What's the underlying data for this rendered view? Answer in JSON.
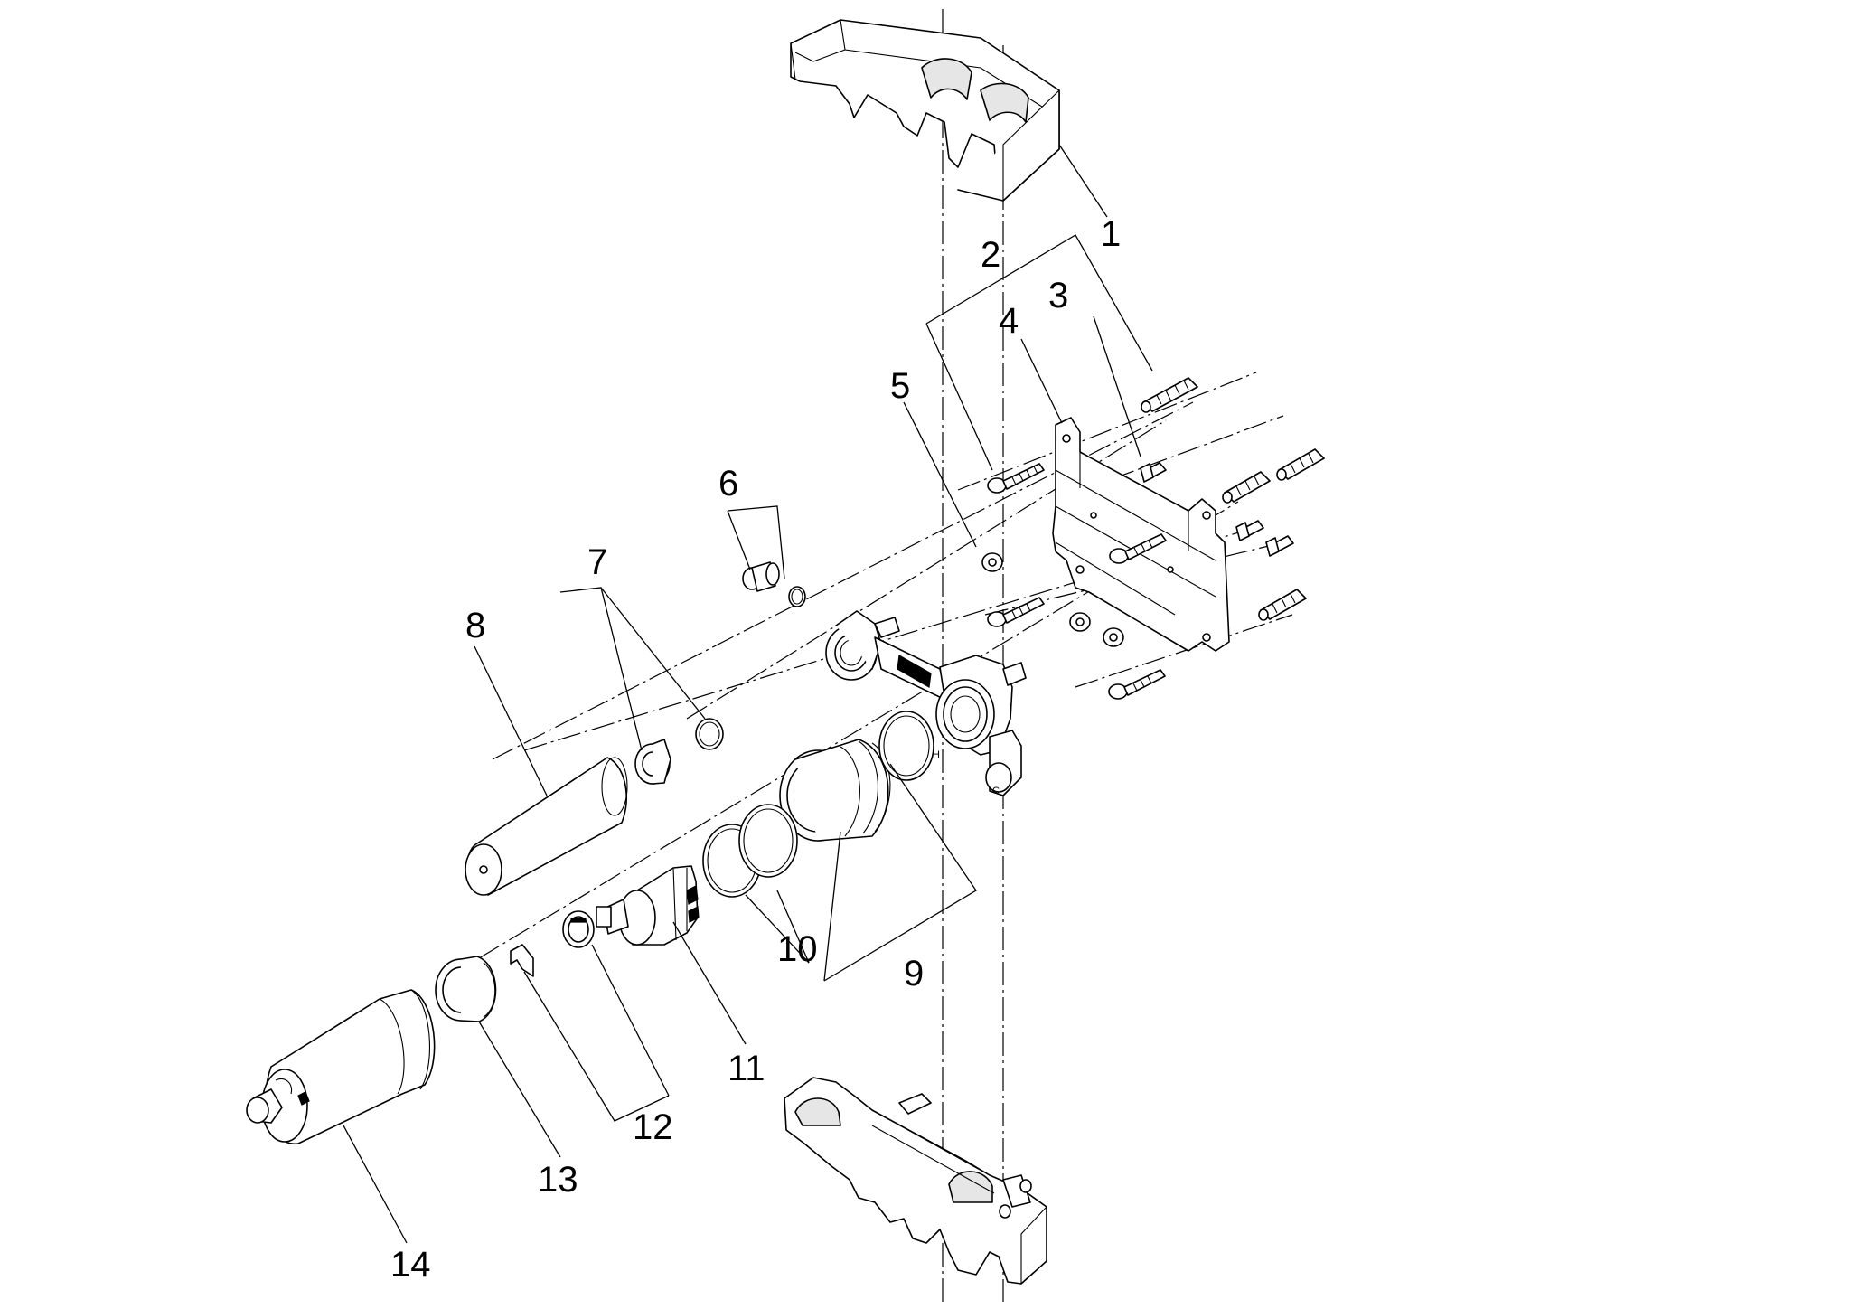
{
  "callouts": {
    "c1": "1",
    "c2": "2",
    "c3": "3",
    "c4": "4",
    "c5": "5",
    "c6": "6",
    "c7": "7",
    "c8": "8",
    "c9": "9",
    "c10": "10",
    "c11": "11",
    "c12": "12",
    "c13": "13",
    "c14": "14"
  },
  "valve_marks": {
    "hot": "H",
    "cold": "C"
  }
}
